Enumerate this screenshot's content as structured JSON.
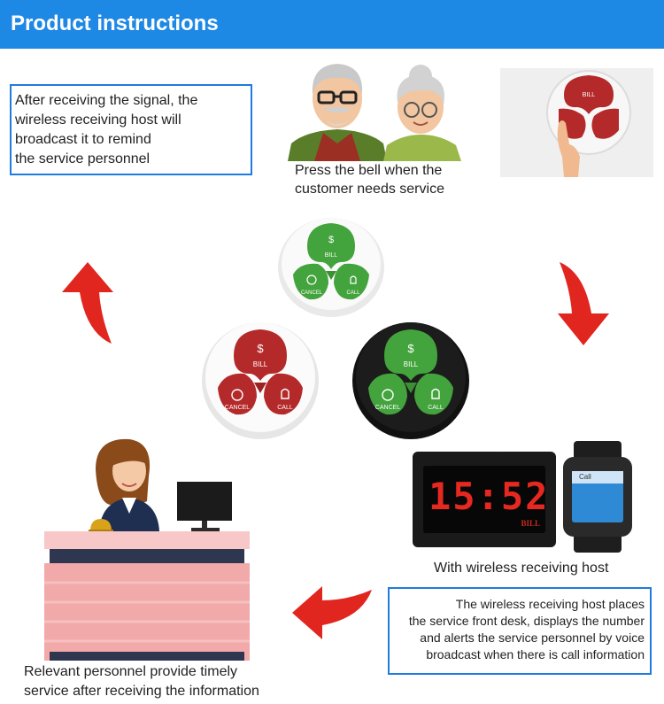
{
  "header": {
    "title": "Product instructions"
  },
  "box_broadcast": {
    "lines": [
      "After receiving the signal, the",
      "wireless receiving host will",
      "broadcast it to remind",
      "the service personnel"
    ]
  },
  "press_caption": {
    "lines": [
      "Press the bell when the",
      "customer needs service"
    ]
  },
  "host_caption": "With wireless receiving host",
  "box_frontdesk": {
    "lines": [
      "The wireless receiving host places",
      "the service front desk, displays the number",
      "and alerts the service personnel by voice",
      "broadcast when there is call information"
    ]
  },
  "personnel_caption": {
    "lines": [
      "Relevant personnel provide timely",
      "service after receiving the information"
    ]
  },
  "buttons": {
    "bill_label": "BILL",
    "cancel_label": "CANCEL",
    "call_label": "CALL"
  },
  "display": {
    "time": "15:52",
    "brand": "BILL"
  },
  "watch": {
    "screen_text": "Call"
  },
  "colors": {
    "header_blue": "#1e88e5",
    "arrow_red": "#e0261f",
    "button_green": "#43a33c",
    "button_red": "#b42a2a",
    "box_border": "#1f7be0"
  }
}
